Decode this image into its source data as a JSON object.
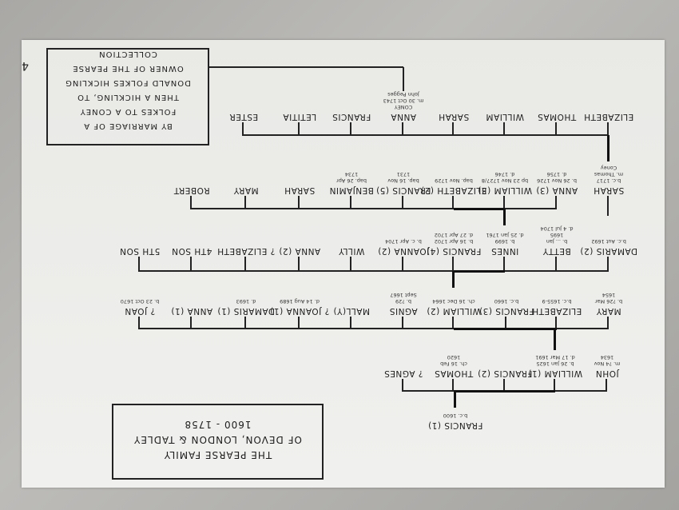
{
  "title": {
    "line1": "THE PEARSE FAMILY",
    "line2": "OF DEVON, LONDON & TADLEY",
    "line3": "1600 - 1758"
  },
  "note": {
    "lines": [
      "BY MARRIAGE OF A",
      "FOLKES TO A CONEY",
      "THEN A HICKLING, TO",
      "DONALD FOLKES HICKLING",
      "OWNER OF THE PEARSE",
      "COLLECTION"
    ]
  },
  "page_number": "4",
  "generations": [
    {
      "id": "gen1",
      "members": [
        {
          "name": "FRANCIS (1)",
          "dates": "b.c. 1600"
        }
      ]
    },
    {
      "id": "gen2",
      "members": [
        {
          "name": "JOHN",
          "dates": "m. ?4 Nov\n1634"
        },
        {
          "name": "WILLIAM (1)",
          "dates": "b. 26 Jan 1625\nd. 17 Mar 1691"
        },
        {
          "name": "FRANCIS (2)",
          "dates": ""
        },
        {
          "name": "THOMAS",
          "dates": "ch. 16 Feb\n1620"
        },
        {
          "name": "? AGNES",
          "dates": ""
        }
      ]
    },
    {
      "id": "gen3",
      "members": [
        {
          "name": "MARY",
          "dates": "b. ?26 Mar\n1654"
        },
        {
          "name": "ELIZABETH",
          "dates": "b.c. 1655-9"
        },
        {
          "name": "FRANCIS (3)",
          "dates": "b.c. 1660"
        },
        {
          "name": "WILLIAM (2)",
          "dates": "ch. 16 Dec 1664"
        },
        {
          "name": "AGNIS",
          "dates": "b. ?29\nSept 1667"
        },
        {
          "name": "MALL(Y)",
          "dates": ""
        },
        {
          "name": "? JOANNA (1)",
          "dates": "d. 14 Aug 1689"
        },
        {
          "name": "DAMARIS (1)",
          "dates": "d. 1693"
        },
        {
          "name": "ANNA (1)",
          "dates": ""
        },
        {
          "name": "? JOAN",
          "dates": "b. 23 Oct 1670"
        }
      ]
    },
    {
      "id": "gen3b",
      "members": [
        {
          "name": "DAMARIS (2)",
          "dates": "b.c. Aut 1692"
        },
        {
          "name": "BETTY",
          "dates": "b. ... Jan\n1695\nd. 4 Jul 1704"
        },
        {
          "name": "INNES",
          "dates": "b. 1699\nd. 25 Jan 1761"
        },
        {
          "name": "FRANCIS (4)",
          "dates": "b. 16 Apr 1702\nd. 27 Apr 1702"
        },
        {
          "name": "JOANNA (2)",
          "dates": "b. c. Apr 1704"
        },
        {
          "name": "WILLY",
          "dates": ""
        },
        {
          "name": "ANNA (2)",
          "dates": ""
        },
        {
          "name": "? ELIZABETH",
          "dates": ""
        },
        {
          "name": "4th son",
          "dates": ""
        },
        {
          "name": "5th son",
          "dates": ""
        }
      ]
    },
    {
      "id": "gen4",
      "members": [
        {
          "name": "SARAH",
          "dates": "b.c. 1717\nm. Thomas\nConey"
        },
        {
          "name": "ANNA (3)",
          "dates": "b. 26 Nov 1726\nd. 1756"
        },
        {
          "name": "WILLIAM (3)",
          "dates": "bp 23 Nov 1727/8\nd. 1746"
        },
        {
          "name": "ELIZABETH (2)",
          "dates": "bap. Nov 1729"
        },
        {
          "name": "FRANCIS (5)",
          "dates": "bap. 16 Nov\n1731"
        },
        {
          "name": "BENJAMIN",
          "dates": "bap. 26 Apr\n1734"
        },
        {
          "name": "SARAH",
          "dates": ""
        },
        {
          "name": "MARY",
          "dates": ""
        },
        {
          "name": "ROBERT",
          "dates": ""
        }
      ]
    },
    {
      "id": "gen5",
      "members": [
        {
          "name": "ELIZABETH",
          "dates": ""
        },
        {
          "name": "THOMAS",
          "dates": ""
        },
        {
          "name": "WILLIAM",
          "dates": ""
        },
        {
          "name": "SARAH",
          "dates": ""
        },
        {
          "name": "ANNA",
          "dates": "CONEY\nm. 30 Oct 1743\nJohn Pegges"
        },
        {
          "name": "FRANCIS",
          "dates": ""
        },
        {
          "name": "LETITIA",
          "dates": ""
        },
        {
          "name": "ESTER",
          "dates": ""
        }
      ]
    }
  ]
}
